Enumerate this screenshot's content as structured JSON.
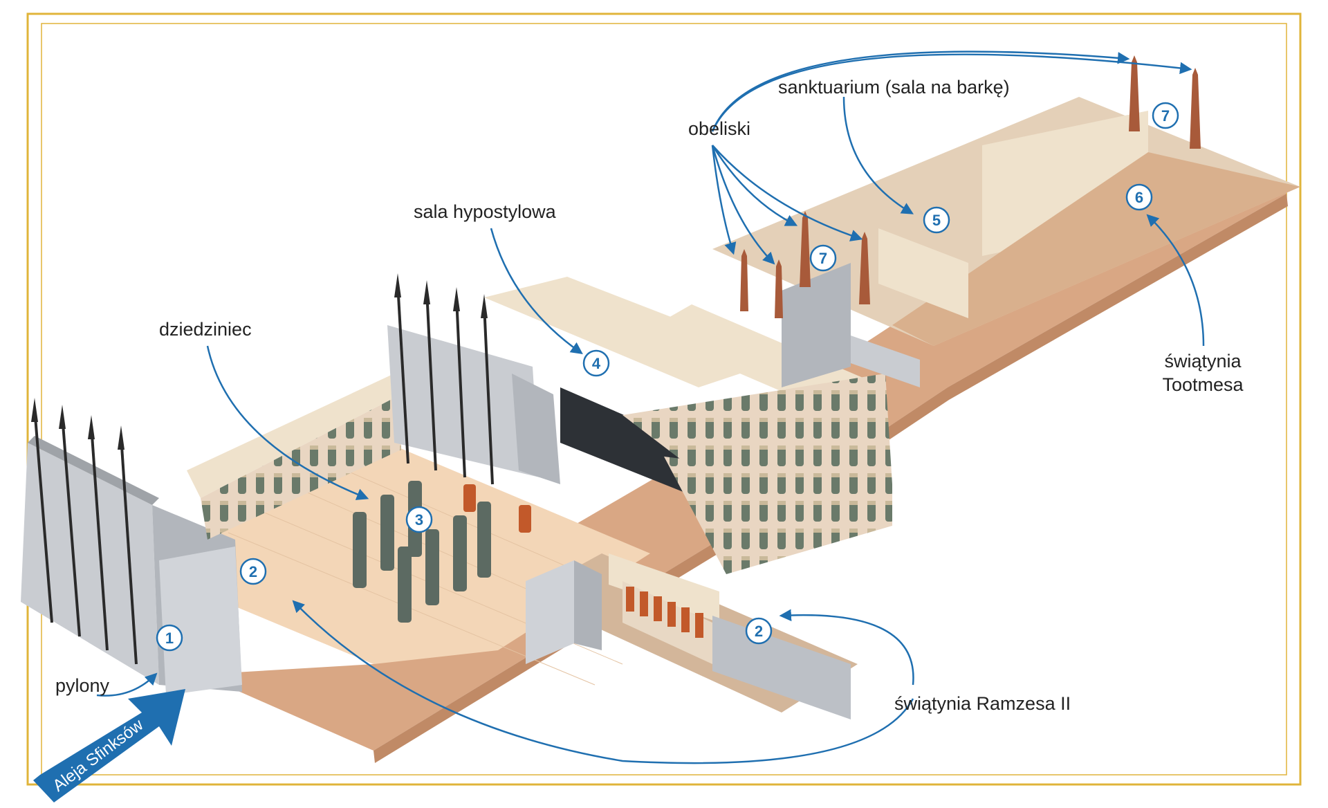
{
  "labels": {
    "pylony": "pylony",
    "dziedziniec": "dziedziniec",
    "sala_hypostylowa": "sala hypostylowa",
    "obeliski": "obeliski",
    "sanktuarium": "sanktuarium (sala na barkę)",
    "swiatynia_tootmesa_1": "świątynia",
    "swiatynia_tootmesa_2": "Tootmesa",
    "swiatynia_ramzesa": "świątynia Ramzesa II",
    "aleja": "Aleja Sfinksów"
  },
  "markers": {
    "m1": "1",
    "m2a": "2",
    "m2b": "2",
    "m3": "3",
    "m4": "4",
    "m5": "5",
    "m6": "6",
    "m7a": "7",
    "m7b": "7"
  },
  "colors": {
    "frame": "#e0b43a",
    "arrow": "#1f6fb0",
    "stone": "#c9ccd1",
    "roof": "#efe2cc",
    "floor": "#f3d6b7",
    "base": "#d9a784",
    "obelisk": "#a85a3a"
  }
}
